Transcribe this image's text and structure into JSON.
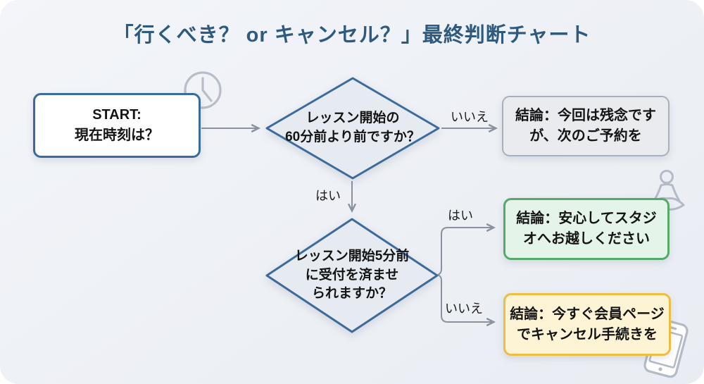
{
  "title": "「行くべき？ or キャンセル？」最終判断チャート",
  "flowchart": {
    "start": {
      "line1": "START:",
      "line2": "現在時刻は？"
    },
    "decision1": {
      "line1": "レッスン開始の",
      "line2": "60分前より前ですか？"
    },
    "decision2": {
      "line1": "レッスン開始5分前",
      "line2": "に受付を済ませ",
      "line3": "られますか？"
    },
    "outcome_late": {
      "line1": "結論：今回は残念です",
      "line2": "が、次のご予約を"
    },
    "outcome_go": {
      "line1": "結論：安心してスタジ",
      "line2": "オへお越しください"
    },
    "outcome_cancel": {
      "line1": "結論：今すぐ会員ページ",
      "line2": "でキャンセル手続きを"
    },
    "edge_labels": {
      "yes1": "はい",
      "no1": "いいえ",
      "yes2": "はい",
      "no2": "いいえ"
    }
  },
  "icons": {
    "clock": "clock-icon",
    "meditation": "meditation-person-icon",
    "phone": "smartphone-icon"
  },
  "colors": {
    "title_text": "#2d5a7e",
    "node_border_blue": "#3a6b9e",
    "diamond_fill": "#e6ebf2",
    "gray_border": "#a9b0ba",
    "gray_fill": "#e9ebee",
    "green_border": "#55a96a",
    "green_fill": "#e5f4e9",
    "yellow_border": "#eebd41",
    "yellow_fill": "#fdf4d5",
    "connector": "#8a929f",
    "icon_gray": "#b7bec9",
    "card_background": "#eef1f6"
  }
}
